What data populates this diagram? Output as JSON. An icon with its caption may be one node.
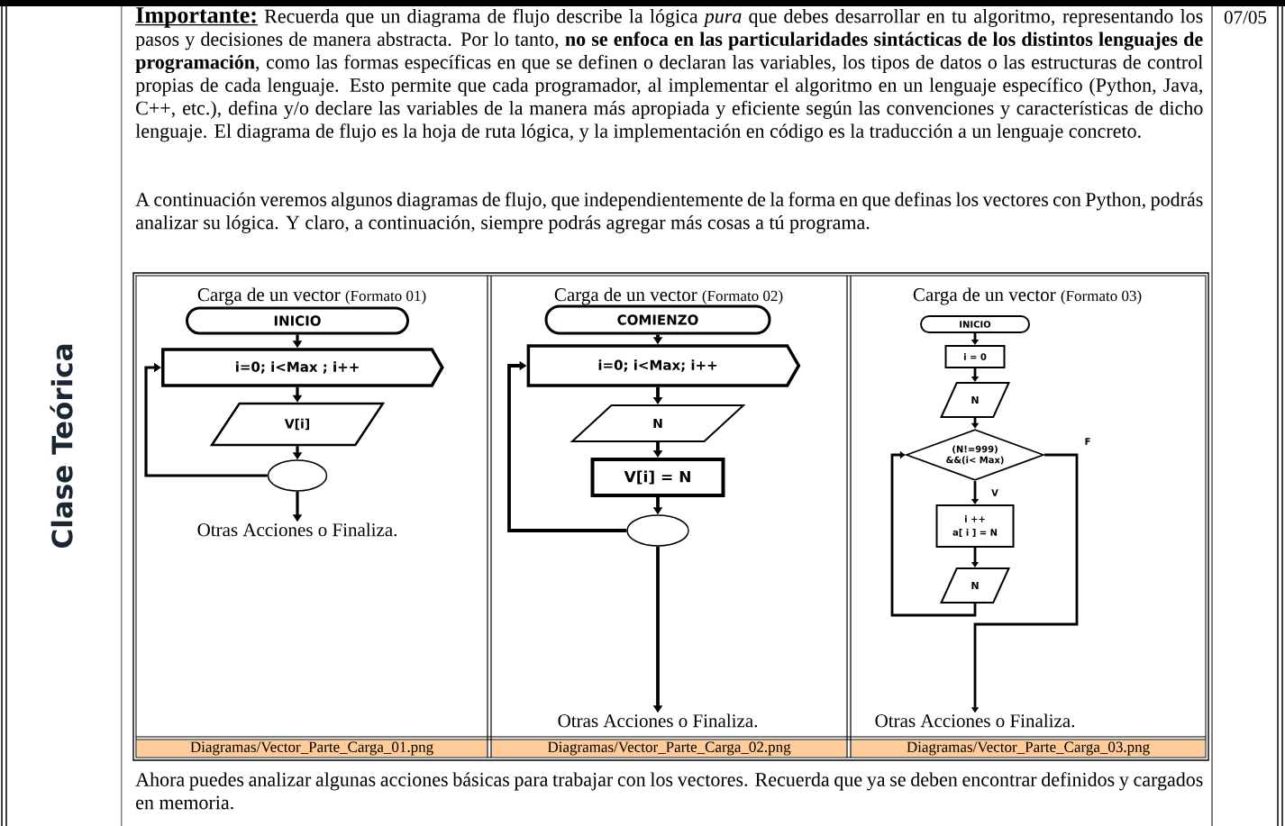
{
  "diagram": {
    "nodes": [
      {
        "text": [
          "INICIO"
        ]
      },
      {
        "text": [
          "i=0; i<Max ; i++"
        ]
      },
      {
        "text": [
          "V[i]"
        ]
      },
      {
        "text": [],
        "shape": "circle"
      },
      {
        "text": [
          "Otras Acciones o Finaliza."
        ]
      },
      {
        "text": [
          "COMIENZO"
        ]
      },
      {
        "text": [
          "i=0; i<Max; i++"
        ]
      },
      {
        "text": [
          "N"
        ]
      },
      {
        "text": [
          "V[i] = N"
        ]
      },
      {
        "text": [],
        "shape": "circle"
      },
      {
        "text": [
          "Otras Acciones o Finaliza."
        ]
      },
      {
        "text": [
          "INICIO"
        ]
      },
      {
        "text": [
          "i = 0"
        ]
      },
      {
        "text": [
          "N"
        ]
      },
      {
        "text": [
          "(N!=999) &&(i< Max)"
        ]
      },
      {
        "text": [
          "i ++",
          "a[ i ] = N"
        ]
      },
      {
        "text": [
          "N"
        ]
      },
      {
        "text": [
          "Otras Acciones o Finaliza."
        ]
      }
    ],
    "edges": [
      {
        "from": 0,
        "to": 1,
        "arrow": "to"
      },
      {
        "from": 1,
        "to": 2,
        "arrow": "to"
      },
      {
        "from": 2,
        "to": 3,
        "arrow": "to"
      },
      {
        "from": 3,
        "to": 1,
        "arrow": "to"
      },
      {
        "from": 3,
        "to": 4,
        "arrow": "to"
      },
      {
        "from": 5,
        "to": 6,
        "arrow": "to"
      },
      {
        "from": 6,
        "to": 7,
        "arrow": "to"
      },
      {
        "from": 7,
        "to": 8,
        "arrow": "to"
      },
      {
        "from": 8,
        "to": 9,
        "arrow": "to"
      },
      {
        "from": 9,
        "to": 6,
        "arrow": "to"
      },
      {
        "from": 9,
        "to": 10,
        "arrow": "to"
      },
      {
        "from": 11,
        "to": 12,
        "arrow": "to"
      },
      {
        "from": 12,
        "to": 13,
        "arrow": "to"
      },
      {
        "from": 13,
        "to": 14,
        "arrow": "to"
      },
      {
        "from": 14,
        "to": 15,
        "arrow": "to",
        "label": "V"
      },
      {
        "from": 15,
        "to": 16,
        "arrow": "to"
      },
      {
        "from": 16,
        "to": 14,
        "arrow": "to"
      },
      {
        "from": 14,
        "to": 17,
        "arrow": "to",
        "label": "F"
      }
    ],
    "labels": [
      "Importante:",
      "Recuerda que un diagrama de flujo describe la lógica *pura* que debes desarrollar en tu algoritmo, representando los pasos y decisiones de manera abstracta. Por lo tanto, **no se enfoca en las particularidades sintácticas de los distintos lenguajes de programación**, como las formas específicas en que se definen o declaran las variables, los tipos de datos o las estructuras de control propias de cada lenguaje. Esto permite que cada programador, al implementar el algoritmo en un lenguaje específico (Python, Java, C++, etc.), defina y/o declare las variables de la manera más apropiada y eficiente según las convenciones y características de dicho lenguaje. El diagrama de flujo es la hoja de ruta lógica, y la implementación en código es la traducción a un lenguaje concreto.",
      "07/05",
      "Clase Teórica",
      "A continuación veremos algunos diagramas de flujo, que independientemente de la forma en que definas los vectores con Python, podrás analizar su lógica. Y claro, a continuación, siempre podrás agregar más cosas a tú programa.",
      "Carga de un vector",
      "(Formato 01)",
      "Carga de un vector",
      "(Formato 02)",
      "Carga de un vector",
      "(Formato 03)",
      "Diagramas/Vector_Parte_Carga_01.png",
      "Diagramas/Vector_Parte_Carga_02.png",
      "Diagramas/Vector_Parte_Carga_03.png",
      "Ahora puedes analizar algunas acciones básicas para trabajar con los vectores. Recuerda que ya se deben encontrar definidos y cargados en memoria."
    ]
  }
}
